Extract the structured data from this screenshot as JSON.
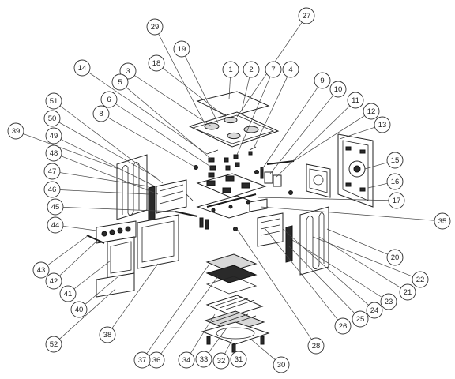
{
  "diagram": {
    "callouts": [
      {
        "label": "1"
      },
      {
        "label": "2"
      },
      {
        "label": "3"
      },
      {
        "label": "4"
      },
      {
        "label": "5"
      },
      {
        "label": "6"
      },
      {
        "label": "7"
      },
      {
        "label": "8"
      },
      {
        "label": "9"
      },
      {
        "label": "10"
      },
      {
        "label": "11"
      },
      {
        "label": "12"
      },
      {
        "label": "13"
      },
      {
        "label": "14"
      },
      {
        "label": "15"
      },
      {
        "label": "16"
      },
      {
        "label": "17"
      },
      {
        "label": "18"
      },
      {
        "label": "19"
      },
      {
        "label": "20"
      },
      {
        "label": "21"
      },
      {
        "label": "22"
      },
      {
        "label": "23"
      },
      {
        "label": "24"
      },
      {
        "label": "25"
      },
      {
        "label": "26"
      },
      {
        "label": "27"
      },
      {
        "label": "28"
      },
      {
        "label": "29"
      },
      {
        "label": "30"
      },
      {
        "label": "31"
      },
      {
        "label": "32"
      },
      {
        "label": "33"
      },
      {
        "label": "34"
      },
      {
        "label": "35"
      },
      {
        "label": "36"
      },
      {
        "label": "37"
      },
      {
        "label": "38"
      },
      {
        "label": "39"
      },
      {
        "label": "40"
      },
      {
        "label": "41"
      },
      {
        "label": "42"
      },
      {
        "label": "43"
      },
      {
        "label": "44"
      },
      {
        "label": "45"
      },
      {
        "label": "46"
      },
      {
        "label": "47"
      },
      {
        "label": "48"
      },
      {
        "label": "49"
      },
      {
        "label": "50"
      },
      {
        "label": "51"
      },
      {
        "label": "52"
      }
    ]
  }
}
